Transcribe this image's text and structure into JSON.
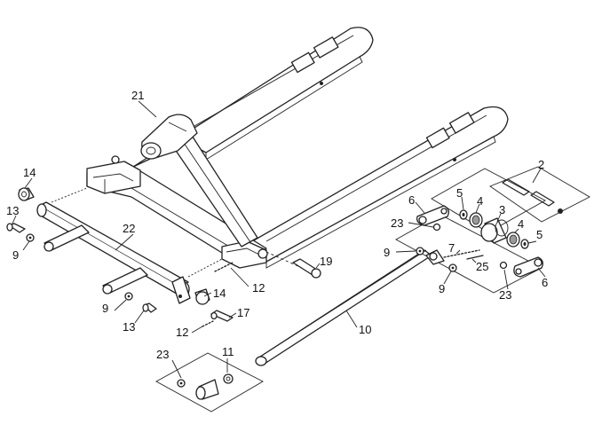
{
  "diagram": {
    "title": "Pallet truck fork frame exploded parts view",
    "labels": {
      "p2": "2",
      "p3": "3",
      "p4a": "4",
      "p4b": "4",
      "p5a": "5",
      "p5b": "5",
      "p6a": "6",
      "p6b": "6",
      "p7": "7",
      "p9a": "9",
      "p9b": "9",
      "p9c": "9",
      "p9d": "9",
      "p10": "10",
      "p11": "11",
      "p12a": "12",
      "p12b": "12",
      "p13a": "13",
      "p13b": "13",
      "p14a": "14",
      "p14b": "14",
      "p17": "17",
      "p19": "19",
      "p21": "21",
      "p22": "22",
      "p23a": "23",
      "p23b": "23",
      "p23c": "23",
      "p25": "25"
    }
  }
}
